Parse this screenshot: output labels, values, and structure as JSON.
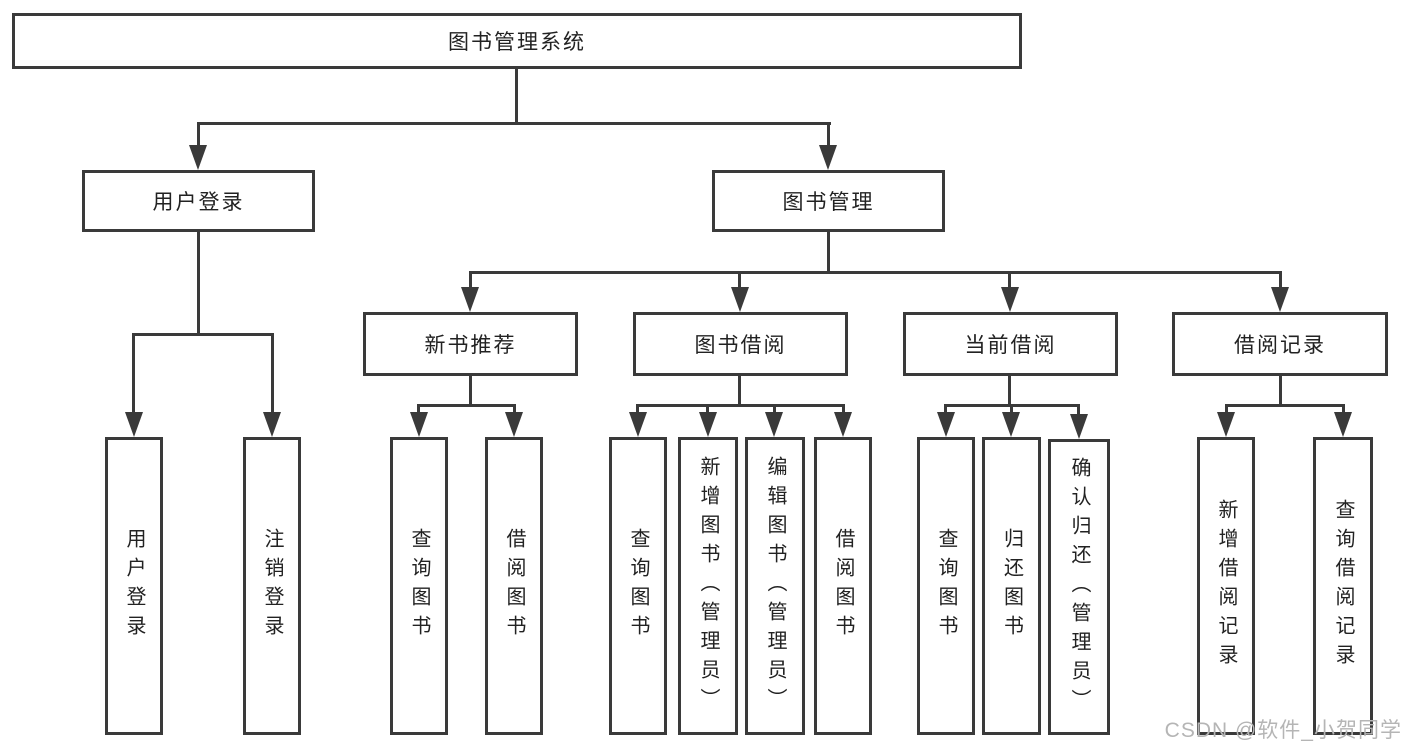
{
  "tree": {
    "root": {
      "label": "图书管理系统"
    },
    "branches": [
      {
        "label": "用户登录",
        "children": [
          {
            "label": "用户登录"
          },
          {
            "label": "注销登录"
          }
        ]
      },
      {
        "label": "图书管理",
        "children": [
          {
            "label": "新书推荐",
            "children": [
              {
                "label": "查询图书"
              },
              {
                "label": "借阅图书"
              }
            ]
          },
          {
            "label": "图书借阅",
            "children": [
              {
                "label": "查询图书"
              },
              {
                "label": "新增图书（管理员）"
              },
              {
                "label": "编辑图书（管理员）"
              },
              {
                "label": "借阅图书"
              }
            ]
          },
          {
            "label": "当前借阅",
            "children": [
              {
                "label": "查询图书"
              },
              {
                "label": "归还图书"
              },
              {
                "label": "确认归还（管理员）"
              }
            ]
          },
          {
            "label": "借阅记录",
            "children": [
              {
                "label": "新增借阅记录"
              },
              {
                "label": "查询借阅记录"
              }
            ]
          }
        ]
      }
    ]
  },
  "watermark": {
    "text": "CSDN @软件_小贺同学"
  },
  "colors": {
    "line": "#3a3a3a",
    "box_fill": "#ffffff",
    "text": "#222222",
    "watermark": "#b5b5b5"
  }
}
